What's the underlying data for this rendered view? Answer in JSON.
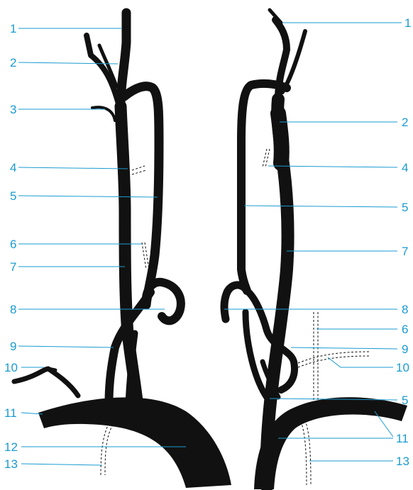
{
  "left_labels": [
    "1",
    "2",
    "3",
    "4",
    "5",
    "6",
    "7",
    "8",
    "9",
    "10",
    "11",
    "12",
    "13"
  ],
  "right_labels": [
    "1",
    "2",
    "4",
    "5",
    "7",
    "8",
    "6",
    "9",
    "10",
    "5",
    "11",
    "13"
  ],
  "colors": {
    "label": "#1a9bd0",
    "vessel": "#111111",
    "background": "#ffffff"
  }
}
